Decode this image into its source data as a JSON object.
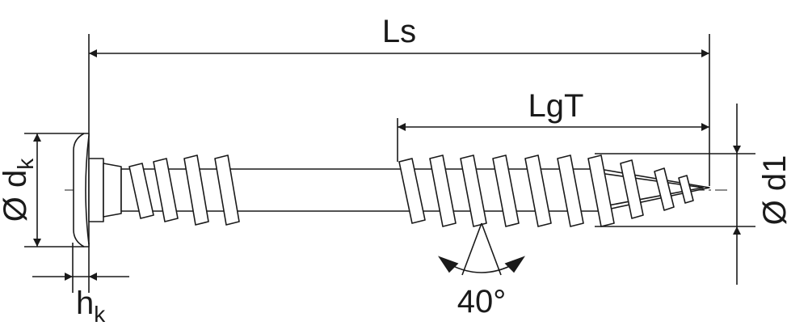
{
  "labels": {
    "ls": "Ls",
    "lgt": "LgT",
    "dk_main": "Ø d",
    "dk_sub": "k",
    "d1": "Ø d1",
    "hk_main": "h",
    "hk_sub": "k",
    "angle": "40°"
  },
  "colors": {
    "ink": "#1a1a1a",
    "background": "#ffffff"
  }
}
